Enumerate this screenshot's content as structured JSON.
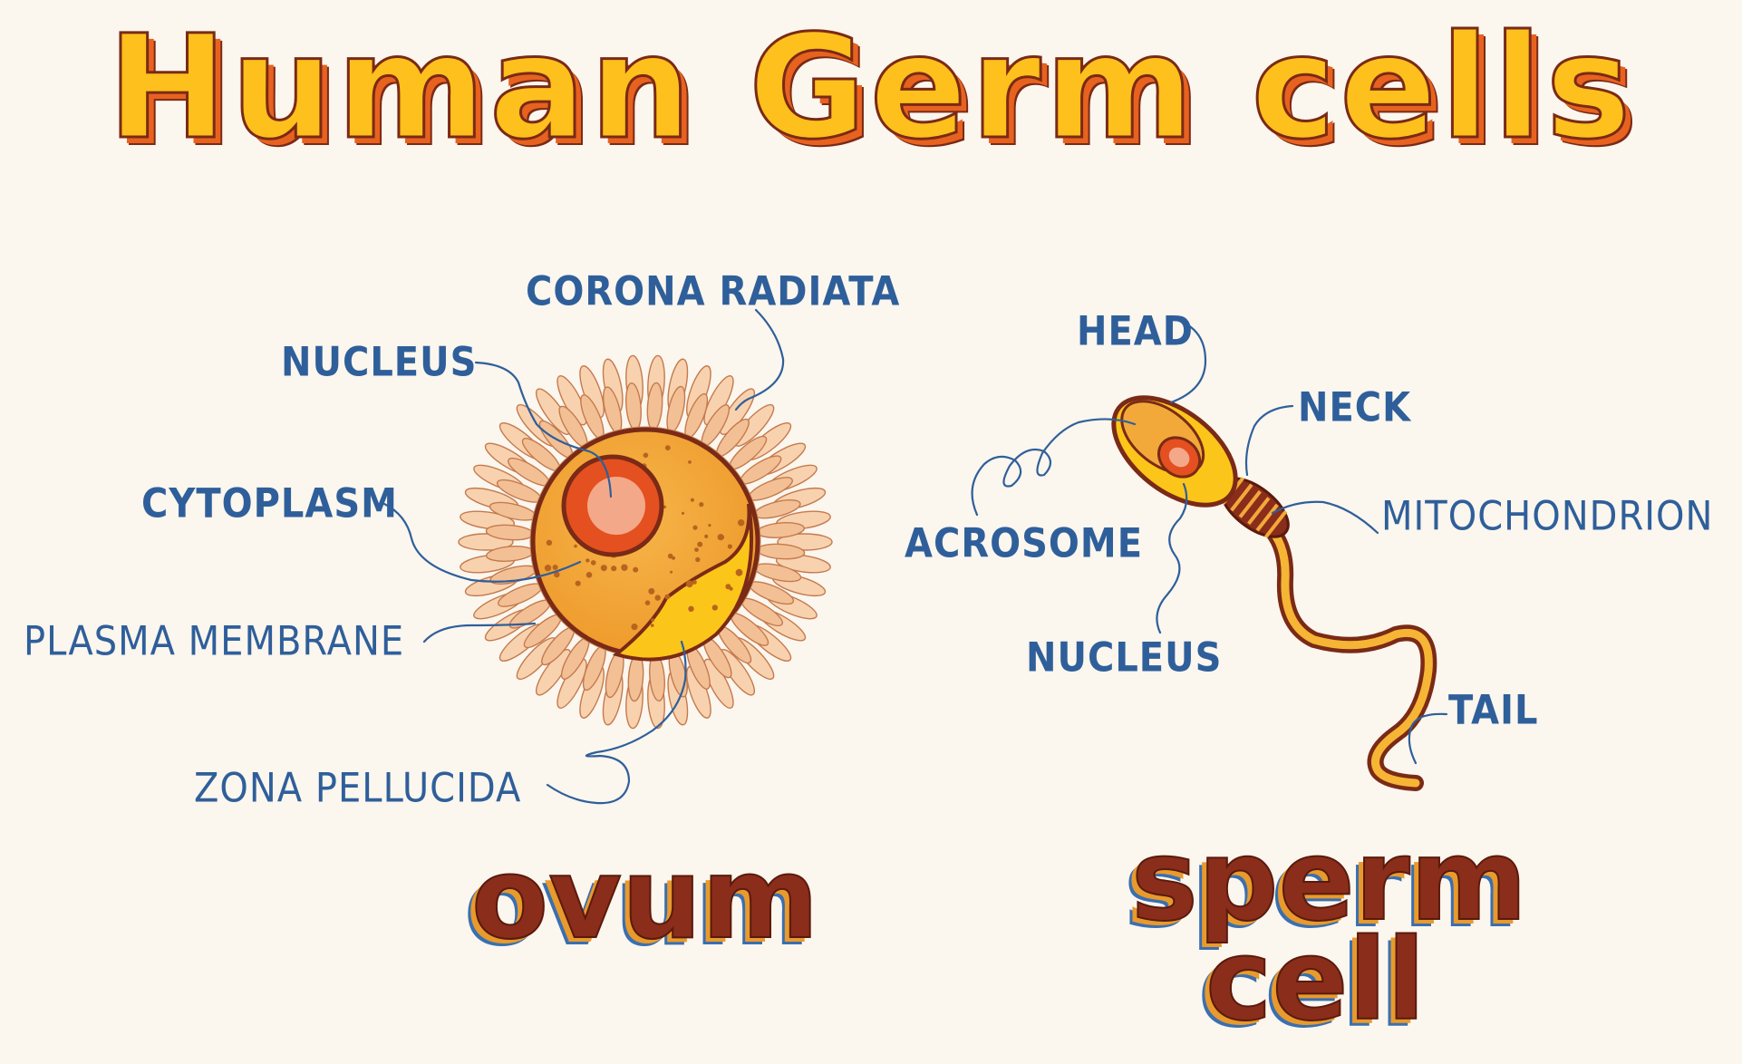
{
  "title": "Human Germ cells",
  "colors": {
    "title_fill": "#fdc01c",
    "title_shadow": "#e8621f",
    "outline": "#7a2a16",
    "label": "#2f5f9a",
    "corona": "#f6c9a2",
    "cytoplasm": "#f2a93a",
    "nucleus": "#e4501f"
  },
  "ovum": {
    "caption": "ovum",
    "labels": {
      "corona_radiata": "CORONA RADIATA",
      "nucleus": "NUCLEUS",
      "cytoplasm": "CYTOPLASM",
      "plasma_membrane": "PLASMA MEMBRANE",
      "zona_pellucida": "ZONA PELLUCIDA"
    }
  },
  "sperm": {
    "caption_line1": "sperm",
    "caption_line2": "cell",
    "labels": {
      "head": "HEAD",
      "neck": "NECK",
      "acrosome": "ACROSOME",
      "mitochondrion": "MITOCHONDRION",
      "nucleus": "NUCLEUS",
      "tail": "TAIL"
    }
  }
}
